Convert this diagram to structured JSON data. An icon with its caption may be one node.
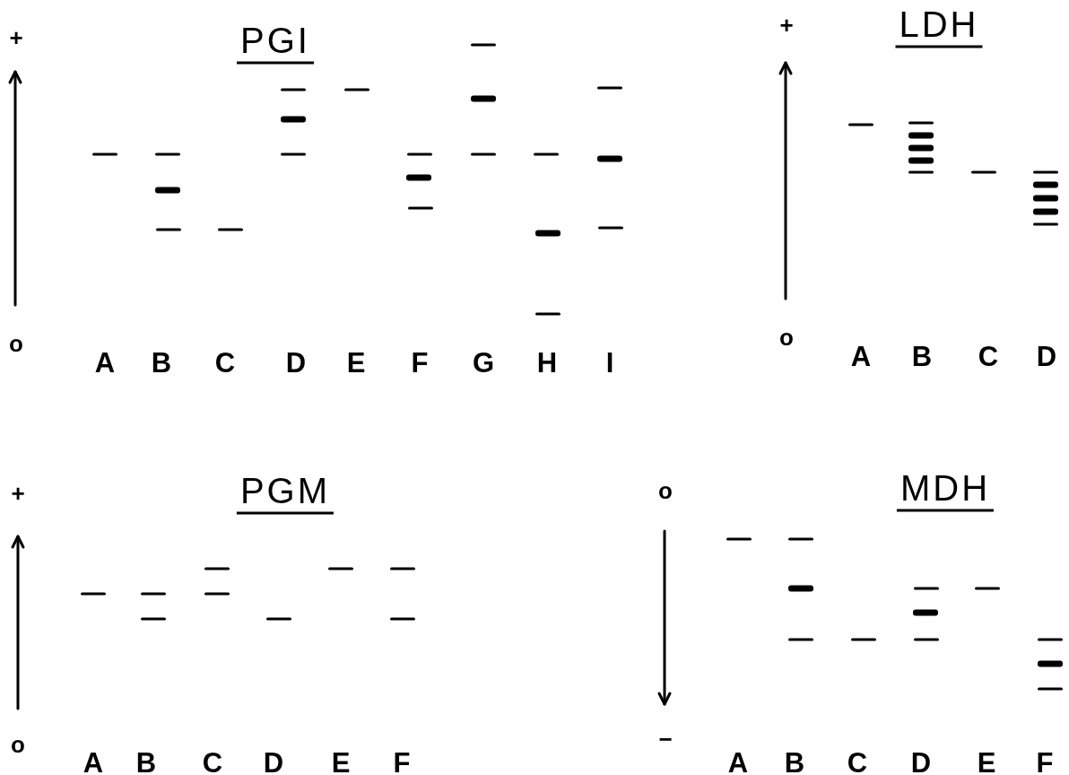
{
  "diagram": {
    "labels": [
      "+",
      "PGI",
      "o",
      "A",
      "B",
      "C",
      "D",
      "E",
      "F",
      "G",
      "H",
      "I",
      "+",
      "LDH",
      "o",
      "A",
      "B",
      "C",
      "D",
      "+",
      "PGM",
      "o",
      "A",
      "B",
      "C",
      "D",
      "E",
      "F",
      "o",
      "MDH",
      "−",
      "A",
      "B",
      "C",
      "D",
      "E",
      "F"
    ]
  }
}
